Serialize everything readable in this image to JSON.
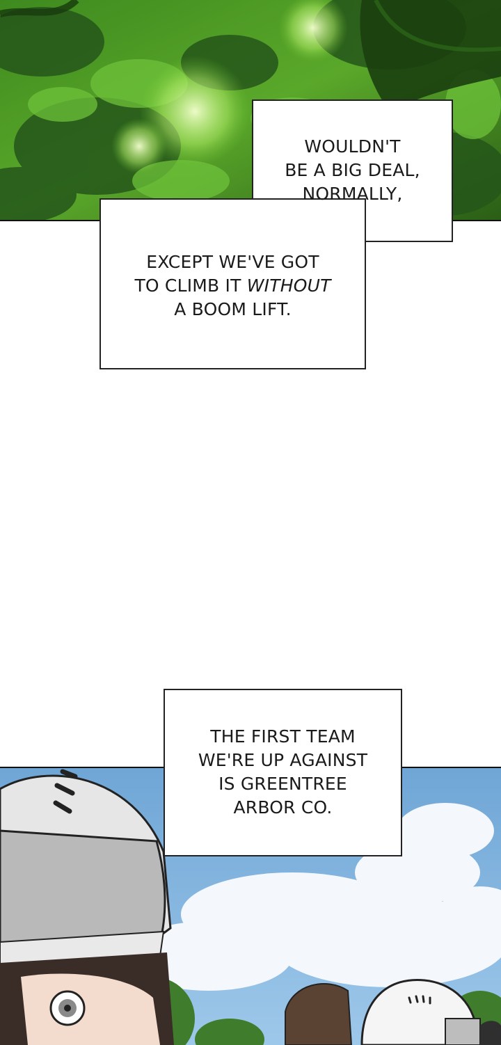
{
  "captions": {
    "first": {
      "lines": [
        "WOULDN'T",
        "BE A BIG DEAL,",
        "NORMALLY,"
      ]
    },
    "second": {
      "line1": "EXCEPT WE'VE GOT",
      "line2_prefix": "TO CLIMB IT ",
      "line2_emphasis": "WITHOUT",
      "line3": "A BOOM LIFT."
    },
    "third": {
      "lines": [
        "THE FIRST TEAM",
        "WE'RE UP AGAINST",
        "IS GREENTREE",
        "ARBOR CO."
      ]
    }
  },
  "colors": {
    "forest_dark": "#1f4a12",
    "forest_light": "#9be35a",
    "sky": "#7fb3dc",
    "cloud": "#f4f7fb",
    "helmet": "#e6e6e6"
  }
}
